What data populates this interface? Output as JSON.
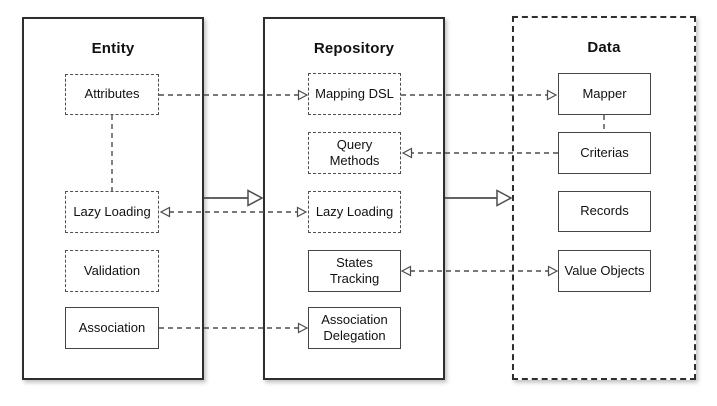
{
  "colors": {
    "background": "#ffffff",
    "line": "#4d4d4d",
    "panel_border": "#2e2e2e",
    "text": "#111111"
  },
  "entity": {
    "title": "Entity",
    "attributes": "Attributes",
    "lazy_loading": "Lazy Loading",
    "validation": "Validation",
    "association": "Association"
  },
  "repository": {
    "title": "Repository",
    "mapping_dsl": "Mapping DSL",
    "query_methods": "Query Methods",
    "lazy_loading": "Lazy Loading",
    "states_tracking": "States Tracking",
    "association_delegation": "Association Delegation"
  },
  "data_section": {
    "title": "Data",
    "mapper": "Mapper",
    "criterias": "Criterias",
    "records": "Records",
    "value_objects": "Value Objects"
  },
  "edges": [
    {
      "from": "Entity.Attributes",
      "to": "Repository.Mapping DSL",
      "style": "dashed",
      "arrow": "to"
    },
    {
      "from": "Entity.Attributes",
      "to": "Entity.Lazy Loading",
      "style": "dashed",
      "arrow": "none"
    },
    {
      "from": "Entity.Lazy Loading",
      "to": "Repository.Lazy Loading",
      "style": "dashed",
      "arrow": "both"
    },
    {
      "from": "Entity",
      "to": "Repository",
      "style": "solid",
      "arrow": "open-triangle"
    },
    {
      "from": "Repository.Mapping DSL",
      "to": "Data.Mapper",
      "style": "dashed",
      "arrow": "to"
    },
    {
      "from": "Data.Criterias",
      "to": "Repository.Query Methods",
      "style": "dashed",
      "arrow": "to"
    },
    {
      "from": "Repository",
      "to": "Data",
      "style": "solid",
      "arrow": "open-triangle"
    },
    {
      "from": "Repository.States Tracking",
      "to": "Data.Value Objects",
      "style": "dashed",
      "arrow": "both"
    },
    {
      "from": "Entity.Association",
      "to": "Repository.Association Delegation",
      "style": "dashed",
      "arrow": "to"
    },
    {
      "from": "Data.Mapper",
      "to": "Data.Criterias",
      "style": "dashed",
      "arrow": "none"
    }
  ]
}
